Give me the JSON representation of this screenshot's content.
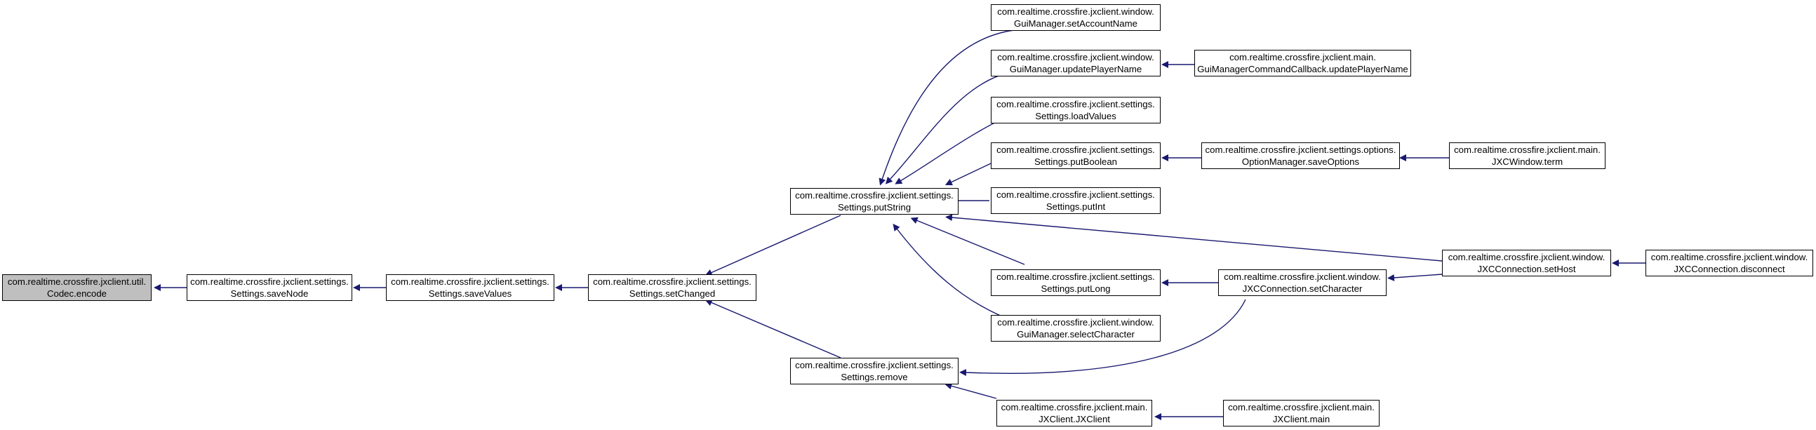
{
  "colors": {
    "edge": "#191970",
    "root_fill": "#bfbfbf",
    "node_fill": "#ffffff",
    "border": "#000000"
  },
  "nodes": {
    "codec_encode": {
      "line1": "com.realtime.crossfire.jxclient.util.",
      "line2": "Codec.encode"
    },
    "save_node": {
      "line1": "com.realtime.crossfire.jxclient.settings.",
      "line2": "Settings.saveNode"
    },
    "save_values": {
      "line1": "com.realtime.crossfire.jxclient.settings.",
      "line2": "Settings.saveValues"
    },
    "set_changed": {
      "line1": "com.realtime.crossfire.jxclient.settings.",
      "line2": "Settings.setChanged"
    },
    "put_string": {
      "line1": "com.realtime.crossfire.jxclient.settings.",
      "line2": "Settings.putString"
    },
    "remove": {
      "line1": "com.realtime.crossfire.jxclient.settings.",
      "line2": "Settings.remove"
    },
    "set_account_name": {
      "line1": "com.realtime.crossfire.jxclient.window.",
      "line2": "GuiManager.setAccountName"
    },
    "update_player_name": {
      "line1": "com.realtime.crossfire.jxclient.window.",
      "line2": "GuiManager.updatePlayerName"
    },
    "load_values": {
      "line1": "com.realtime.crossfire.jxclient.settings.",
      "line2": "Settings.loadValues"
    },
    "put_boolean": {
      "line1": "com.realtime.crossfire.jxclient.settings.",
      "line2": "Settings.putBoolean"
    },
    "put_int": {
      "line1": "com.realtime.crossfire.jxclient.settings.",
      "line2": "Settings.putInt"
    },
    "put_long": {
      "line1": "com.realtime.crossfire.jxclient.settings.",
      "line2": "Settings.putLong"
    },
    "select_character": {
      "line1": "com.realtime.crossfire.jxclient.window.",
      "line2": "GuiManager.selectCharacter"
    },
    "jxclient_ctor": {
      "line1": "com.realtime.crossfire.jxclient.main.",
      "line2": "JXClient.JXClient"
    },
    "callback_update_player_name": {
      "line1": "com.realtime.crossfire.jxclient.main.",
      "line2": "GuiManagerCommandCallback.updatePlayerName"
    },
    "save_options": {
      "line1": "com.realtime.crossfire.jxclient.settings.options.",
      "line2": "OptionManager.saveOptions"
    },
    "set_character": {
      "line1": "com.realtime.crossfire.jxclient.window.",
      "line2": "JXCConnection.setCharacter"
    },
    "jxclient_main": {
      "line1": "com.realtime.crossfire.jxclient.main.",
      "line2": "JXClient.main"
    },
    "window_term": {
      "line1": "com.realtime.crossfire.jxclient.main.",
      "line2": "JXCWindow.term"
    },
    "set_host": {
      "line1": "com.realtime.crossfire.jxclient.window.",
      "line2": "JXCConnection.setHost"
    },
    "disconnect": {
      "line1": "com.realtime.crossfire.jxclient.window.",
      "line2": "JXCConnection.disconnect"
    }
  }
}
